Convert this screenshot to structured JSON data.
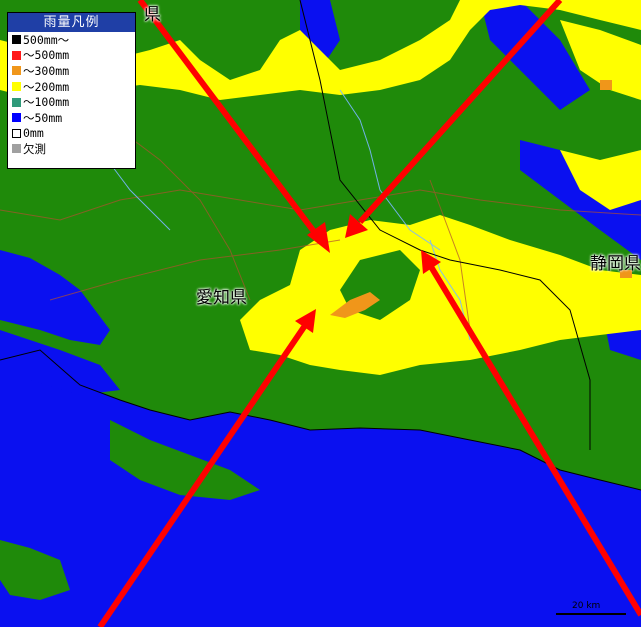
{
  "legend": {
    "title": "雨量凡例",
    "items": [
      {
        "label": "500mm〜",
        "color": "#000000"
      },
      {
        "label": "〜500mm",
        "color": "#ff1a1a"
      },
      {
        "label": "〜300mm",
        "color": "#f0961a"
      },
      {
        "label": "〜200mm",
        "color": "#ffff00"
      },
      {
        "label": "〜100mm",
        "color": "#2f9a7a"
      },
      {
        "label": "〜50mm",
        "color": "#0000ff"
      },
      {
        "label": "0mm",
        "color": "#ffffff"
      },
      {
        "label": "欠測",
        "color": "#a0a0a0"
      }
    ]
  },
  "places": {
    "aichi": "愛知県",
    "shizuoka": "静岡県",
    "top_partial": "県"
  },
  "scale": {
    "label": "20 km"
  },
  "colors": {
    "sea": "#0a10f0",
    "land_green": "#1f8a0a",
    "band_yellow": "#ffff00",
    "band_orange": "#f0961a",
    "arrow": "#ff0000",
    "river": "#7ab6ff",
    "road": "#b05030"
  }
}
